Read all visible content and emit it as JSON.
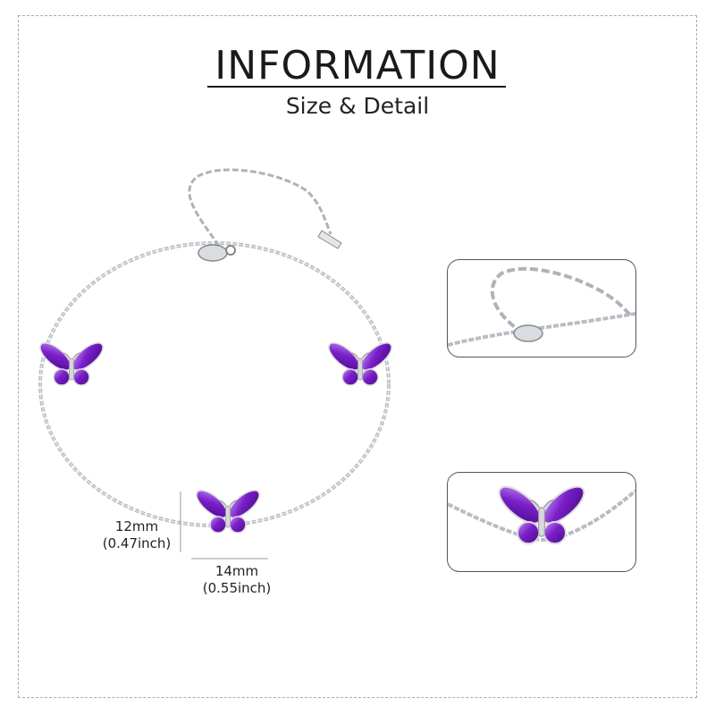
{
  "header": {
    "title": "INFORMATION",
    "subtitle": "Size & Detail"
  },
  "dimensions": {
    "height_mm": "12mm",
    "height_inch": "(0.47inch)",
    "width_mm": "14mm",
    "width_inch": "(0.55inch)"
  },
  "colors": {
    "gem": "#7a1fc9",
    "gem_light": "#b37cf0",
    "silver": "#b8bcc4",
    "frame": "#aaaaaa"
  }
}
